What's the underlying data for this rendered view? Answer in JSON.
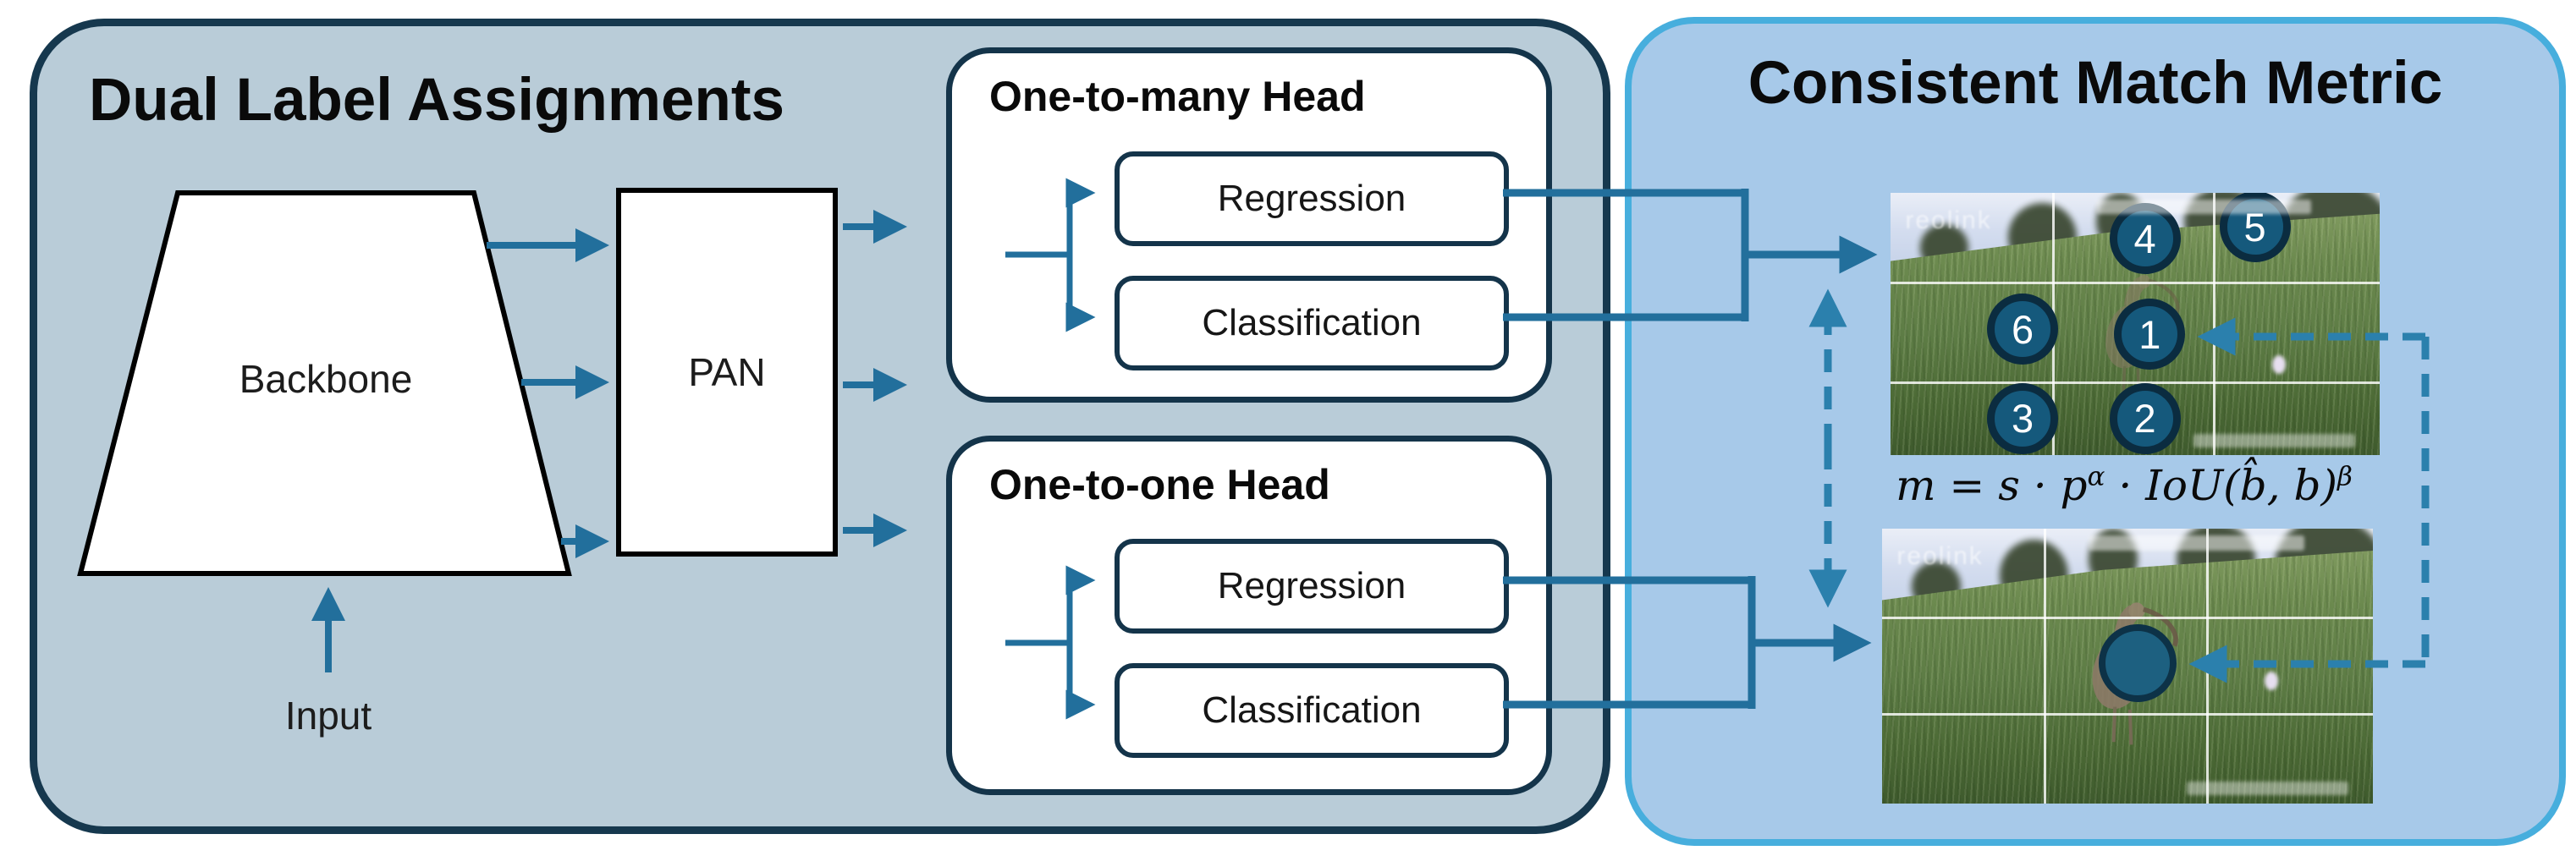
{
  "figure": {
    "left_panel": {
      "title": "Dual Label Assignments",
      "backbone_label": "Backbone",
      "pan_label": "PAN",
      "input_label": "Input",
      "one_to_many_head": {
        "title": "One-to-many Head",
        "regression_label": "Regression",
        "classification_label": "Classification"
      },
      "one_to_one_head": {
        "title": "One-to-one Head",
        "regression_label": "Regression",
        "classification_label": "Classification"
      }
    },
    "right_panel": {
      "title": "Consistent Match Metric",
      "formula": {
        "base": "m = s · p",
        "alpha": "α",
        "mid": " · IoU(b̂, b)",
        "beta": "β"
      },
      "top_image": {
        "watermark": "reolink",
        "markers": [
          {
            "label": "4"
          },
          {
            "label": "5"
          },
          {
            "label": "6"
          },
          {
            "label": "1"
          },
          {
            "label": "3"
          },
          {
            "label": "2"
          }
        ]
      },
      "bottom_image": {
        "watermark": "reolink"
      }
    },
    "colors": {
      "arrow": "#226f9c",
      "dashed": "#2b80ad",
      "left_panel_bg": "#b9ccd8",
      "left_panel_border": "#16384e",
      "right_panel_bg": "#a7c9e9",
      "right_panel_border": "#47aedd",
      "head_border": "#14344a",
      "marker_fill": "#15597c",
      "marker_ring": "#0b2c40",
      "title_color": "#0a0a0a"
    }
  }
}
